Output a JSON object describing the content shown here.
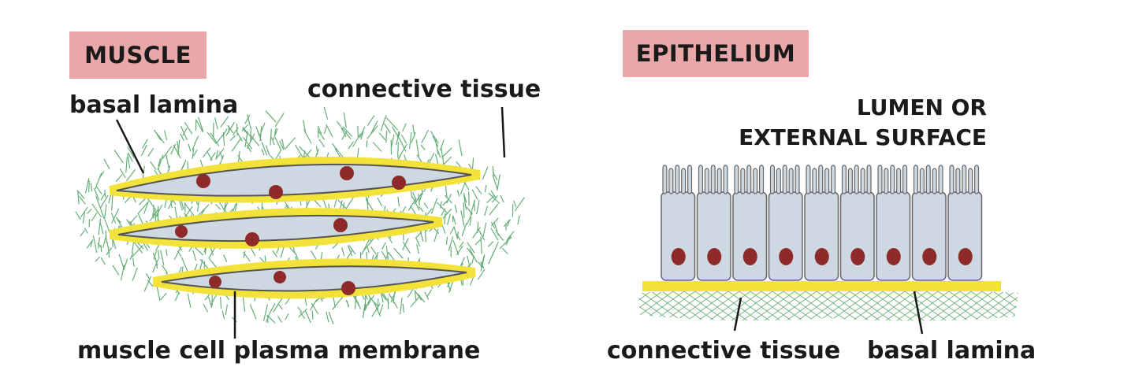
{
  "muscle": {
    "title": "MUSCLE",
    "label_basal_lamina": "basal lamina",
    "label_connective_tissue": "connective tissue",
    "label_plasma_membrane": "muscle cell plasma membrane"
  },
  "epithelium": {
    "title": "EPITHELIUM",
    "lumen_line1": "LUMEN OR",
    "lumen_line2": "EXTERNAL SURFACE",
    "label_connective_tissue": "connective tissue",
    "label_basal_lamina": "basal lamina"
  },
  "colors": {
    "badge": "#e9a7a9",
    "basal_lamina": "#f3e23a",
    "cell_fill": "#cdd8e2",
    "nucleus": "#8e2a2a",
    "connective_tissue": "#3f9a55"
  }
}
